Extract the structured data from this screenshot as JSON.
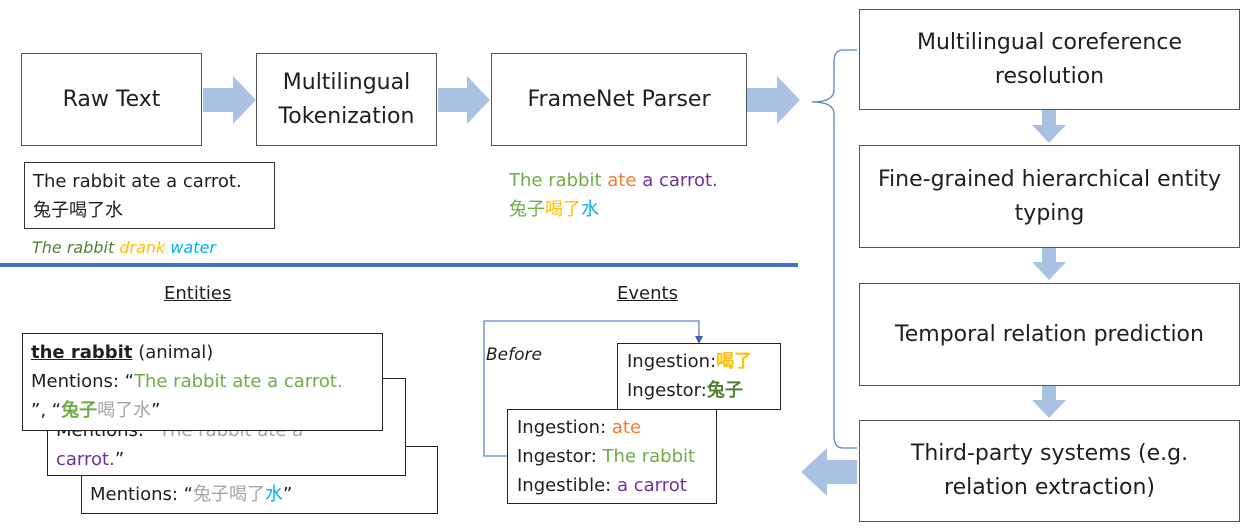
{
  "pipeline": {
    "raw_text": "Raw Text",
    "tokenization": "Multilingual Tokenization",
    "framenet": "FrameNet Parser"
  },
  "side_stages": {
    "coref": "Multilingual coreference resolution",
    "typing": "Fine-grained hierarchical entity typing",
    "temporal": "Temporal relation prediction",
    "third_party": "Third-party systems (e.g. relation extraction)"
  },
  "input_example": {
    "english": "The rabbit ate a carrot.",
    "chinese": "兔子喝了水",
    "gloss": {
      "subject": "The rabbit",
      "verb": "drank",
      "object": "water"
    }
  },
  "parsed_example": {
    "english": {
      "subject": "The rabbit",
      "verb": "ate",
      "object": "a carrot",
      "end": "."
    },
    "chinese": {
      "subject": "兔子",
      "verb": "喝了",
      "object": "水"
    }
  },
  "entities": {
    "header": "Entities",
    "card1": {
      "name": "the rabbit",
      "type": "(animal)",
      "mentions_label": "Mentions: “",
      "mention_en": "The rabbit ate a carrot.",
      "mid": "”, “",
      "mention_zh_subject": "兔子",
      "mention_zh_rest": "喝了水",
      "close": "”"
    },
    "card2": {
      "mentions_label": "Mentions: “",
      "mention_en": "The rabbit ate a",
      "mention_obj": "carrot.",
      "close": "”"
    },
    "card3": {
      "mentions_label": "Mentions: “",
      "mention_zh_prefix": "兔子喝了",
      "mention_zh_obj": "水",
      "close": "”"
    }
  },
  "events": {
    "header": "Events",
    "relation_label": "Before",
    "event1": {
      "frame_label": "Ingestion:",
      "frame_value": "喝了",
      "role_label": "Ingestor:",
      "role_value": "兔子"
    },
    "event2": {
      "frame_label": "Ingestion: ",
      "frame_value": "ate",
      "ingestor_label": "Ingestor: ",
      "ingestor_value": "The rabbit",
      "ingestible_label": "Ingestible: ",
      "ingestible_value": "a carrot"
    }
  },
  "colors": {
    "arrow_fill": "#A9C1E2",
    "divider": "#4472C4",
    "bracket": "#5B86C5",
    "subject_green": "#70AD47",
    "verb_orange": "#ED7D31",
    "object_purple": "#7030A0",
    "verb_yellow": "#FFC000",
    "object_blue": "#00B0F0"
  }
}
